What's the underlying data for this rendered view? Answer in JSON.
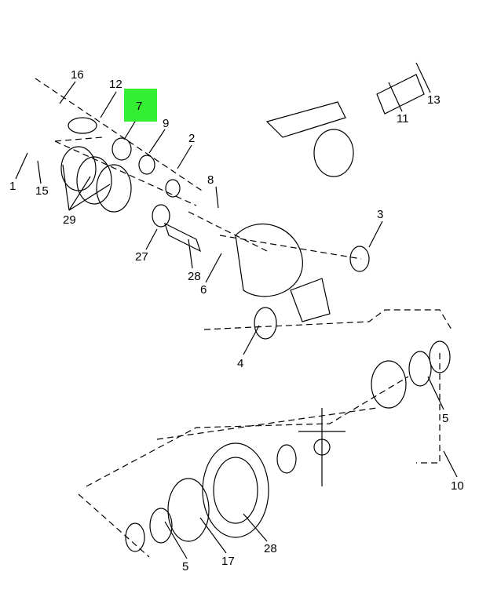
{
  "highlight_color": "#33ee33",
  "callouts": {
    "c16": "16",
    "c12": "12",
    "c7": "7",
    "c9": "9",
    "c2": "2",
    "c1": "1",
    "c15": "15",
    "c29": "29",
    "c8": "8",
    "c3": "3",
    "c27": "27",
    "c28a": "28",
    "c6": "6",
    "c4": "4",
    "c13": "13",
    "c11": "11",
    "c5a": "5",
    "c10": "10",
    "c5b": "5",
    "c17": "17",
    "c28b": "28"
  }
}
